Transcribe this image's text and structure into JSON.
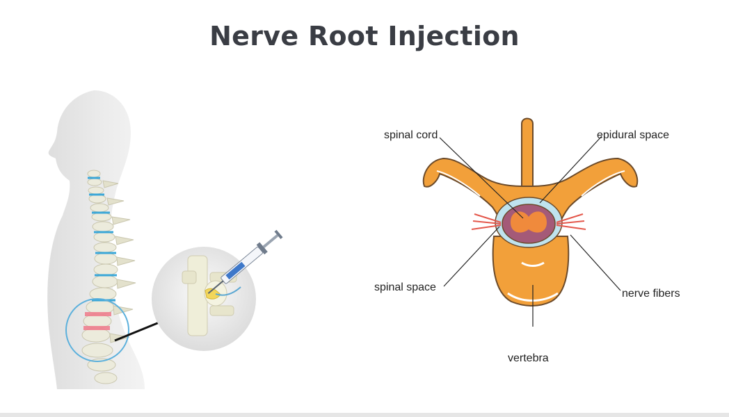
{
  "title": "Nerve Root Injection",
  "labels": {
    "spinal_cord": "spinal cord",
    "epidural_space": "epidural space",
    "spinal_space": "spinal space",
    "nerve_fibers": "nerve fibers",
    "vertebra": "vertebra"
  },
  "colors": {
    "title": "#3a3d44",
    "bone_orange": "#f2a03a",
    "bone_outline": "#6b4a2a",
    "epidural_blue": "#bfe3ee",
    "cord_purple": "#a45a78",
    "cord_inner": "#f08a3c",
    "nerve_red": "#e4574b",
    "highlight_circle": "#5bb0dc",
    "body_gray": "#e8e8e8",
    "spine_bone": "#ecebdc",
    "disc_blue": "#3aa7d8",
    "injury_red": "#f07a8a"
  }
}
